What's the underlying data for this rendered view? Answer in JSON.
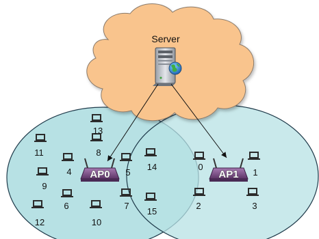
{
  "colors": {
    "cloud_fill": "#F9C48D",
    "cloud_stroke": "#8a7a6a",
    "cell_fill": "#B7E1E4",
    "cell_stroke": "#1f3a4a",
    "router_body": "#7a4a86",
    "laptop": "#2b2b2b"
  },
  "server": {
    "label": "Server",
    "icon": "server-with-globe-icon"
  },
  "access_points": [
    {
      "label": "AP0",
      "icon": "wireless-router-icon"
    },
    {
      "label": "AP1",
      "icon": "wireless-router-icon"
    }
  ],
  "nodes": [
    {
      "label": "0"
    },
    {
      "label": "1"
    },
    {
      "label": "2"
    },
    {
      "label": "3"
    },
    {
      "label": "4"
    },
    {
      "label": "5"
    },
    {
      "label": "6"
    },
    {
      "label": "7"
    },
    {
      "label": "8"
    },
    {
      "label": "9"
    },
    {
      "label": "10"
    },
    {
      "label": "11"
    },
    {
      "label": "12"
    },
    {
      "label": "13"
    },
    {
      "label": "14"
    },
    {
      "label": "15"
    }
  ]
}
